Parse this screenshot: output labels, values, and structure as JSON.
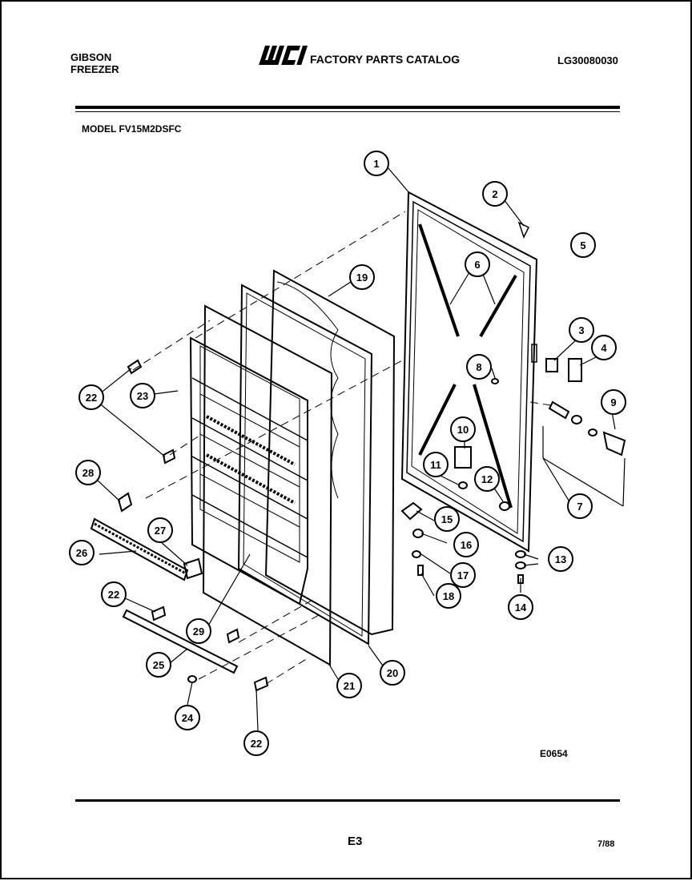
{
  "header": {
    "brand_line1": "GIBSON",
    "brand_line2": "FREEZER",
    "logo_text": "WCI",
    "catalog_title": "FACTORY PARTS CATALOG",
    "document_number": "LG30080030"
  },
  "model_label": "MODEL FV15M2DSFC",
  "figure_id": "E0654",
  "footer": {
    "page_number": "E3",
    "date": "7/88"
  },
  "callouts": [
    {
      "id": "c1",
      "label": "1"
    },
    {
      "id": "c2",
      "label": "2"
    },
    {
      "id": "c3",
      "label": "3"
    },
    {
      "id": "c4",
      "label": "4"
    },
    {
      "id": "c5",
      "label": "5"
    },
    {
      "id": "c6",
      "label": "6"
    },
    {
      "id": "c7",
      "label": "7"
    },
    {
      "id": "c8",
      "label": "8"
    },
    {
      "id": "c9",
      "label": "9"
    },
    {
      "id": "c10",
      "label": "10"
    },
    {
      "id": "c11",
      "label": "11"
    },
    {
      "id": "c12",
      "label": "12"
    },
    {
      "id": "c13",
      "label": "13"
    },
    {
      "id": "c14",
      "label": "14"
    },
    {
      "id": "c15",
      "label": "15"
    },
    {
      "id": "c16",
      "label": "16"
    },
    {
      "id": "c17",
      "label": "17"
    },
    {
      "id": "c18",
      "label": "18"
    },
    {
      "id": "c19",
      "label": "19"
    },
    {
      "id": "c20",
      "label": "20"
    },
    {
      "id": "c21",
      "label": "21"
    },
    {
      "id": "c22a",
      "label": "22"
    },
    {
      "id": "c22b",
      "label": "22"
    },
    {
      "id": "c22c",
      "label": "22"
    },
    {
      "id": "c23",
      "label": "23"
    },
    {
      "id": "c24",
      "label": "24"
    },
    {
      "id": "c25",
      "label": "25"
    },
    {
      "id": "c26",
      "label": "26"
    },
    {
      "id": "c27",
      "label": "27"
    },
    {
      "id": "c28",
      "label": "28"
    },
    {
      "id": "c29",
      "label": "29"
    }
  ]
}
